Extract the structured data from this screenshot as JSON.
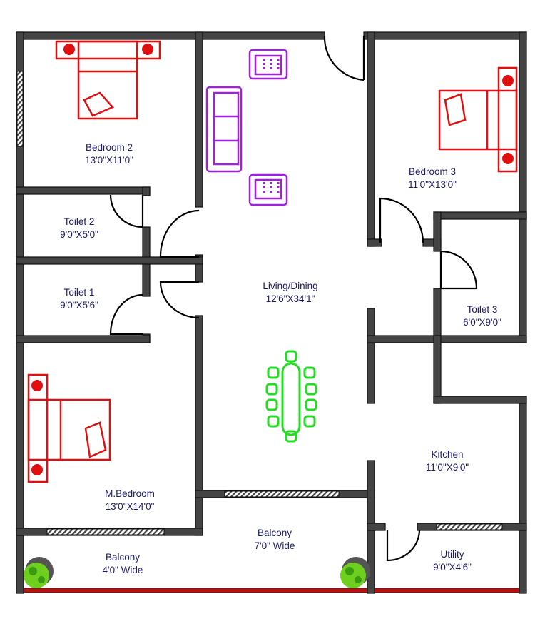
{
  "rooms": {
    "bedroom2": {
      "name": "Bedroom 2",
      "size": "13'0\"X11'0\""
    },
    "toilet2": {
      "name": "Toilet 2",
      "size": "9'0\"X5'0\""
    },
    "toilet1": {
      "name": "Toilet 1",
      "size": "9'0\"X5'6\""
    },
    "mbedroom": {
      "name": "M.Bedroom",
      "size": "13'0\"X14'0\""
    },
    "living": {
      "name": "Living/Dining",
      "size": "12'6\"X34'1\""
    },
    "bedroom3": {
      "name": "Bedroom 3",
      "size": "11'0\"X13'0\""
    },
    "toilet3": {
      "name": "Toilet 3",
      "size": "6'0\"X9'0\""
    },
    "kitchen": {
      "name": "Kitchen",
      "size": "11'0\"X9'0\""
    },
    "utility": {
      "name": "Utility",
      "size": "9'0\"X4'6\""
    },
    "balcony_left": {
      "name": "Balcony",
      "size": "4'0\" Wide"
    },
    "balcony_center": {
      "name": "Balcony",
      "size": "7'0\" Wide"
    }
  },
  "colors": {
    "wall": "#444444",
    "label": "#1b1b6b",
    "bed": "#e01010",
    "sofa": "#a020e0",
    "dining": "#22dd22",
    "railing": "#cc1111"
  }
}
